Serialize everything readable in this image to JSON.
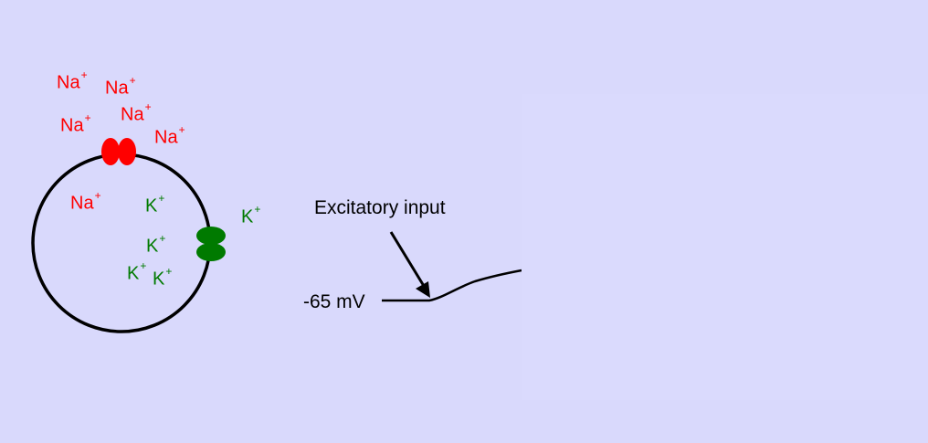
{
  "colors": {
    "background": "#d9d9fc",
    "sodium": "#ff0000",
    "potassium": "#007a00",
    "membrane": "#000000"
  },
  "ions": {
    "na_outside": [
      {
        "symbol": "Na",
        "charge": "+"
      },
      {
        "symbol": "Na",
        "charge": "+"
      },
      {
        "symbol": "Na",
        "charge": "+"
      },
      {
        "symbol": "Na",
        "charge": "+"
      },
      {
        "symbol": "Na",
        "charge": "+"
      }
    ],
    "na_inside": [
      {
        "symbol": "Na",
        "charge": "+"
      }
    ],
    "k_inside": [
      {
        "symbol": "K",
        "charge": "+"
      },
      {
        "symbol": "K",
        "charge": "+"
      },
      {
        "symbol": "K",
        "charge": "+"
      },
      {
        "symbol": "K",
        "charge": "+"
      }
    ],
    "k_outside": [
      {
        "symbol": "K",
        "charge": "+"
      }
    ]
  },
  "trace": {
    "input_label": "Excitatory input",
    "resting_label": "-65 mV"
  }
}
